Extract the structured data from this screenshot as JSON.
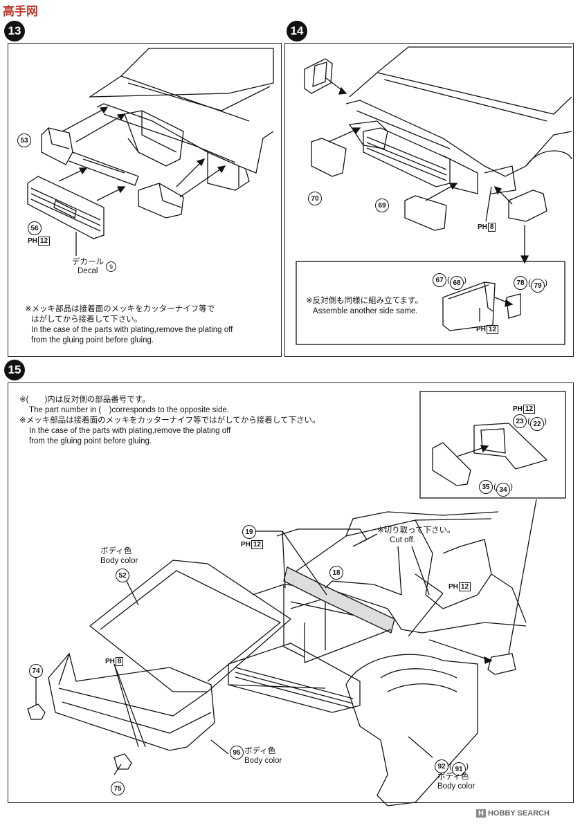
{
  "brand": {
    "logo": "高手网"
  },
  "watermark": {
    "brand": "HOBBY SEARCH",
    "mark": "H"
  },
  "steps": {
    "s13": "13",
    "s14": "14",
    "s15": "15"
  },
  "panel13": {
    "parts": {
      "p53": "53",
      "p56": "56"
    },
    "ph": {
      "prefix": "PH",
      "num": "12"
    },
    "decal_jp": "デカール",
    "decal_num": "9",
    "decal_en": "Decal",
    "note_jp": "※メッキ部品は接着面のメッキをカッターナイフ等で",
    "note_jp2": "はがしてから接着して下さい。",
    "note_en1": "In the case of the parts with plating,remove the plating off",
    "note_en2": "from the gluing point before gluing."
  },
  "panel14": {
    "parts": {
      "p70": "70",
      "p69": "69",
      "p67": "67",
      "p68": "68",
      "p78": "78",
      "p79": "79"
    },
    "ph_a": {
      "prefix": "PH",
      "num": "8"
    },
    "ph_b": {
      "prefix": "PH",
      "num": "12"
    },
    "note_jp": "※反対側も同様に組み立てます。",
    "note_en": "Assemble another side same."
  },
  "panel15": {
    "note1_jp": "※(　　)内は反対側の部品番号です。",
    "note1_en": "The part number in (　)corresponds to the opposite side.",
    "note2_jp": "※メッキ部品は接着面のメッキをカッターナイフ等ではがしてから接着して下さい。",
    "note2_en1": "In the case of the parts with plating,remove the plating off",
    "note2_en2": "from the gluing point before gluing.",
    "inset": {
      "ph": {
        "prefix": "PH",
        "num": "12"
      },
      "p23": "23",
      "p22": "22",
      "p35": "35",
      "p34": "34"
    },
    "parts": {
      "p19": "19",
      "p18": "18",
      "p52": "52",
      "p74": "74",
      "p75": "75",
      "p95": "95",
      "p92": "92",
      "p91": "91"
    },
    "ph_19": {
      "prefix": "PH",
      "num": "12"
    },
    "ph_right": {
      "prefix": "PH",
      "num": "12"
    },
    "ph_bumper": {
      "prefix": "PH",
      "num": "8"
    },
    "cutoff_jp": "※切り取って下さい。",
    "cutoff_en": "Cut off.",
    "body_color_jp": "ボディ色",
    "body_color_en": "Body color"
  }
}
